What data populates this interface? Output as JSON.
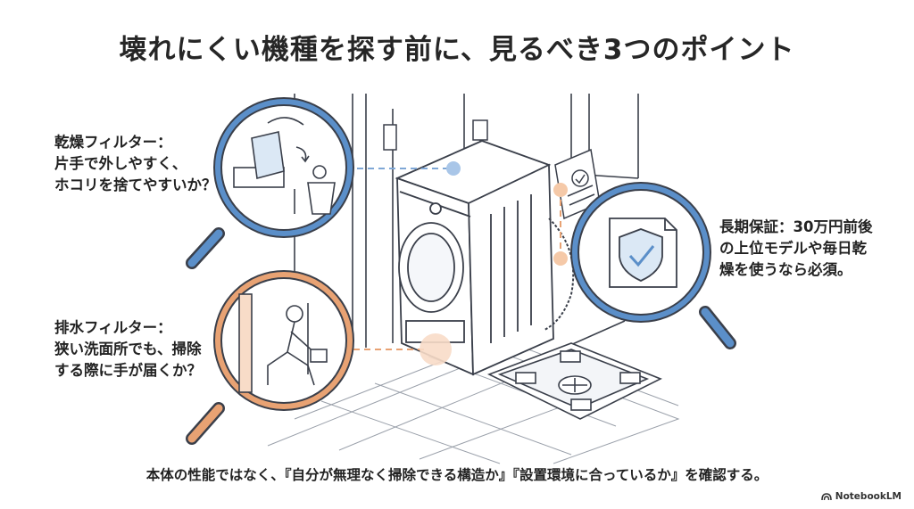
{
  "title": "壊れにくい機種を探す前に、見るべき3つのポイント",
  "callouts": {
    "dryer_filter": {
      "lines": [
        "乾燥フィルター：",
        "片手で外しやすく、",
        "ホコリを捨てやすいか？"
      ]
    },
    "drain_filter": {
      "lines": [
        "排水フィルター：",
        "狭い洗面所でも、掃除",
        "する際に手が届くか？"
      ]
    },
    "warranty": {
      "lines": [
        "長期保証：30万円前後",
        "の上位モデルや毎日乾",
        "燥を使うなら必須。"
      ]
    }
  },
  "summary": "本体の性能ではなく、『自分が無理なく掃除できる構造か』『設置環境に合っているか』を確認する。",
  "brand": "NotebookLM",
  "colors": {
    "blue_accent": "#5b8fc9",
    "orange_accent": "#e8a273",
    "line": "#3a3f4a",
    "light_blue_fill": "#dbe8f5",
    "light_orange_fill": "#f8dcc8"
  },
  "icons": {
    "dryer_lens": "magnifier-dryer-filter-icon",
    "drain_lens": "magnifier-drain-filter-icon",
    "warranty_lens": "magnifier-shield-check-icon",
    "certificate": "certificate-icon",
    "brand_logo": "notebooklm-logo-icon"
  }
}
